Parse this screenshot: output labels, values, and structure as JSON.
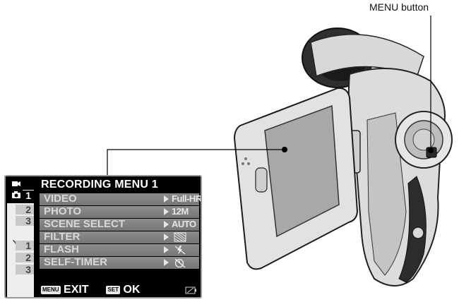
{
  "callout": {
    "label": "MENU button"
  },
  "menu": {
    "title": "RECORDING MENU 1",
    "tabs": {
      "recording_numbers": [
        "1",
        "2",
        "3"
      ],
      "setup_numbers": [
        "1",
        "2",
        "3"
      ]
    },
    "items": [
      {
        "label": "VIDEO",
        "value": "Full-HR"
      },
      {
        "label": "PHOTO",
        "value": "12M"
      },
      {
        "label": "SCENE SELECT",
        "value": "AUTO"
      },
      {
        "label": "FILTER",
        "value": ""
      },
      {
        "label": "FLASH",
        "value": ""
      },
      {
        "label": "SELF-TIMER",
        "value": ""
      }
    ],
    "footer": {
      "exit_key": "MENU",
      "exit_label": "EXIT",
      "ok_key": "SET",
      "ok_label": "OK"
    }
  },
  "colors": {
    "screen": "#000000",
    "row": "#808080",
    "camera_body": "#d9d9d9"
  }
}
